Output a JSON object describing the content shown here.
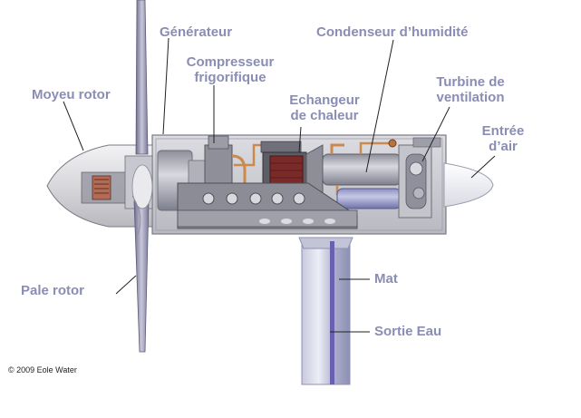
{
  "labels": {
    "moyeu_rotor": "Moyeu rotor",
    "generateur": "Générateur",
    "compresseur_line1": "Compresseur",
    "compresseur_line2": "frigorifique",
    "echangeur_line1": "Echangeur",
    "echangeur_line2": "de chaleur",
    "condenseur": "Condenseur d’humidité",
    "turbine_line1": "Turbine de",
    "turbine_line2": "ventilation",
    "entree_line1": "Entrée",
    "entree_line2": "d’air",
    "pale_rotor": "Pale rotor",
    "mat": "Mat",
    "sortie_eau": "Sortie Eau"
  },
  "copyright": "© 2009 Eole Water",
  "colors": {
    "label_text": "#8a8db4",
    "leader_line": "#222222",
    "nacelle": "#c9c9cf",
    "nacelle_dark": "#6d6d75",
    "tower": "#9a9cc4",
    "water_pipe": "#6a5fb0",
    "blade": "#9a98b6",
    "copper": "#c98a4c",
    "heat_exchanger": "#7a2a28"
  }
}
